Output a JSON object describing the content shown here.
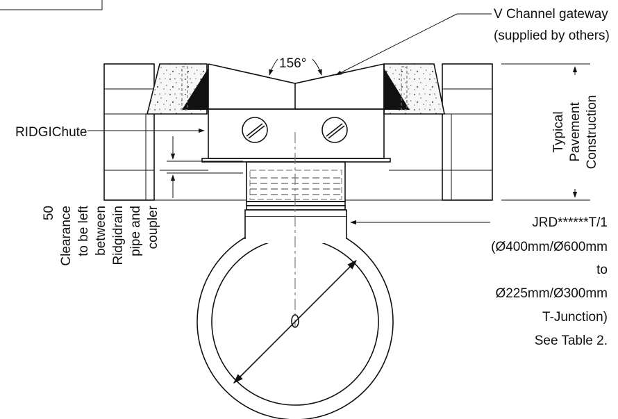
{
  "labels": {
    "v_channel_line1": "V Channel gateway",
    "v_channel_line2": "(supplied by others)",
    "angle": "156°",
    "ridgichute": "RIDGIChute",
    "pavement_line1": "Typical",
    "pavement_line2": "Pavement",
    "pavement_line3": "Construction",
    "clearance_line1": "50",
    "clearance_line2": "Clearance",
    "clearance_line3": "to be left",
    "clearance_line4": "between",
    "clearance_line5": "Ridgidrain",
    "clearance_line6": "pipe and",
    "clearance_line7": "coupler",
    "jrd_line1": "JRD******T/1",
    "jrd_line2": "(Ø400mm/Ø600mm",
    "jrd_line3": "to",
    "jrd_line4": "Ø225mm/Ø300mm",
    "jrd_line5": "T-Junction)",
    "jrd_line6": "See Table 2."
  }
}
